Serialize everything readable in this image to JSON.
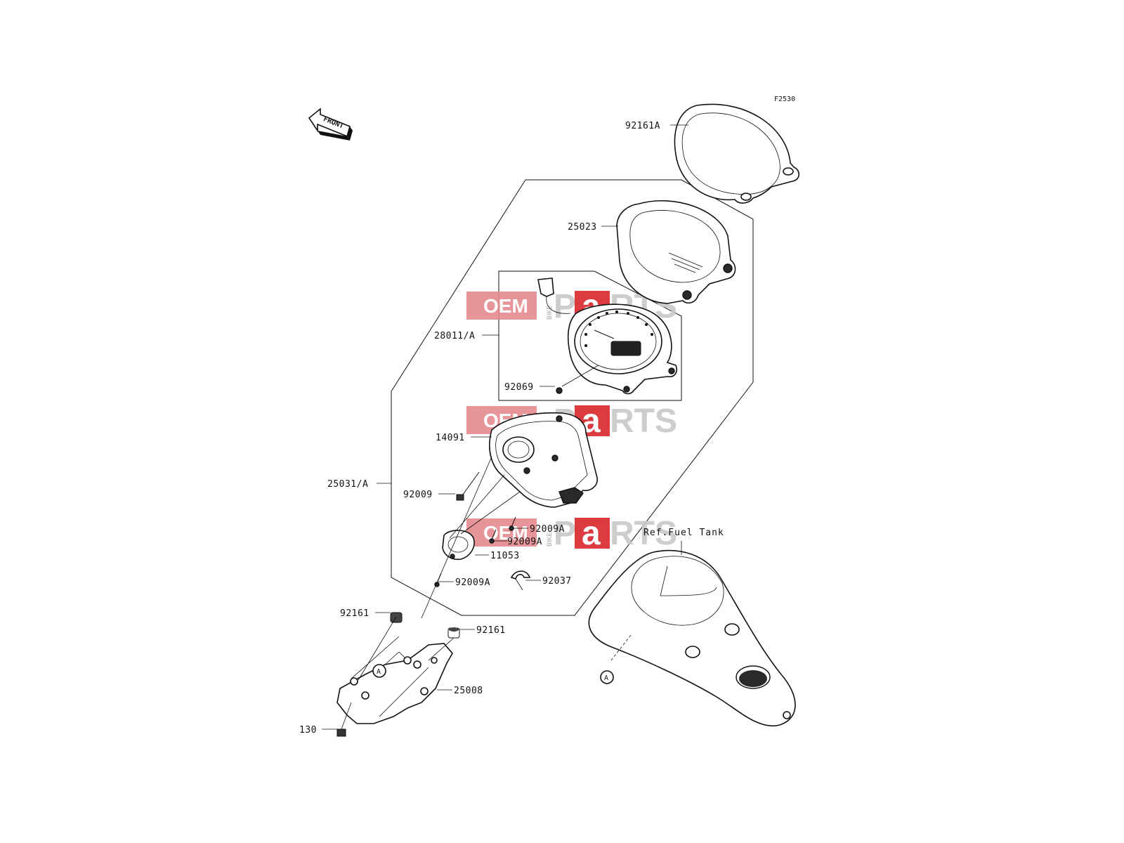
{
  "figure_code": "F2530",
  "direction_arrow": "FRONT",
  "reference_label": "Ref.Fuel Tank",
  "callout_marker": "A",
  "watermark": {
    "oem": "OEM",
    "bike": "BIKE",
    "p": "P",
    "a": "a",
    "rts": "RTS",
    "oem_color": "#e58a8e",
    "a_color": "#d9262c"
  },
  "part_labels": [
    {
      "id": "92161A",
      "text": "92161A"
    },
    {
      "id": "25023",
      "text": "25023"
    },
    {
      "id": "28011A",
      "text": "28011/A"
    },
    {
      "id": "92069",
      "text": "92069"
    },
    {
      "id": "14091",
      "text": "14091"
    },
    {
      "id": "25031A",
      "text": "25031/A"
    },
    {
      "id": "92009",
      "text": "92009"
    },
    {
      "id": "92009A_1",
      "text": "92009A"
    },
    {
      "id": "92009A_2",
      "text": "92009A"
    },
    {
      "id": "11053",
      "text": "11053"
    },
    {
      "id": "92009A_3",
      "text": "92009A"
    },
    {
      "id": "92037",
      "text": "92037"
    },
    {
      "id": "92161_1",
      "text": "92161"
    },
    {
      "id": "92161_2",
      "text": "92161"
    },
    {
      "id": "25008",
      "text": "25008"
    },
    {
      "id": "130",
      "text": "130"
    }
  ]
}
